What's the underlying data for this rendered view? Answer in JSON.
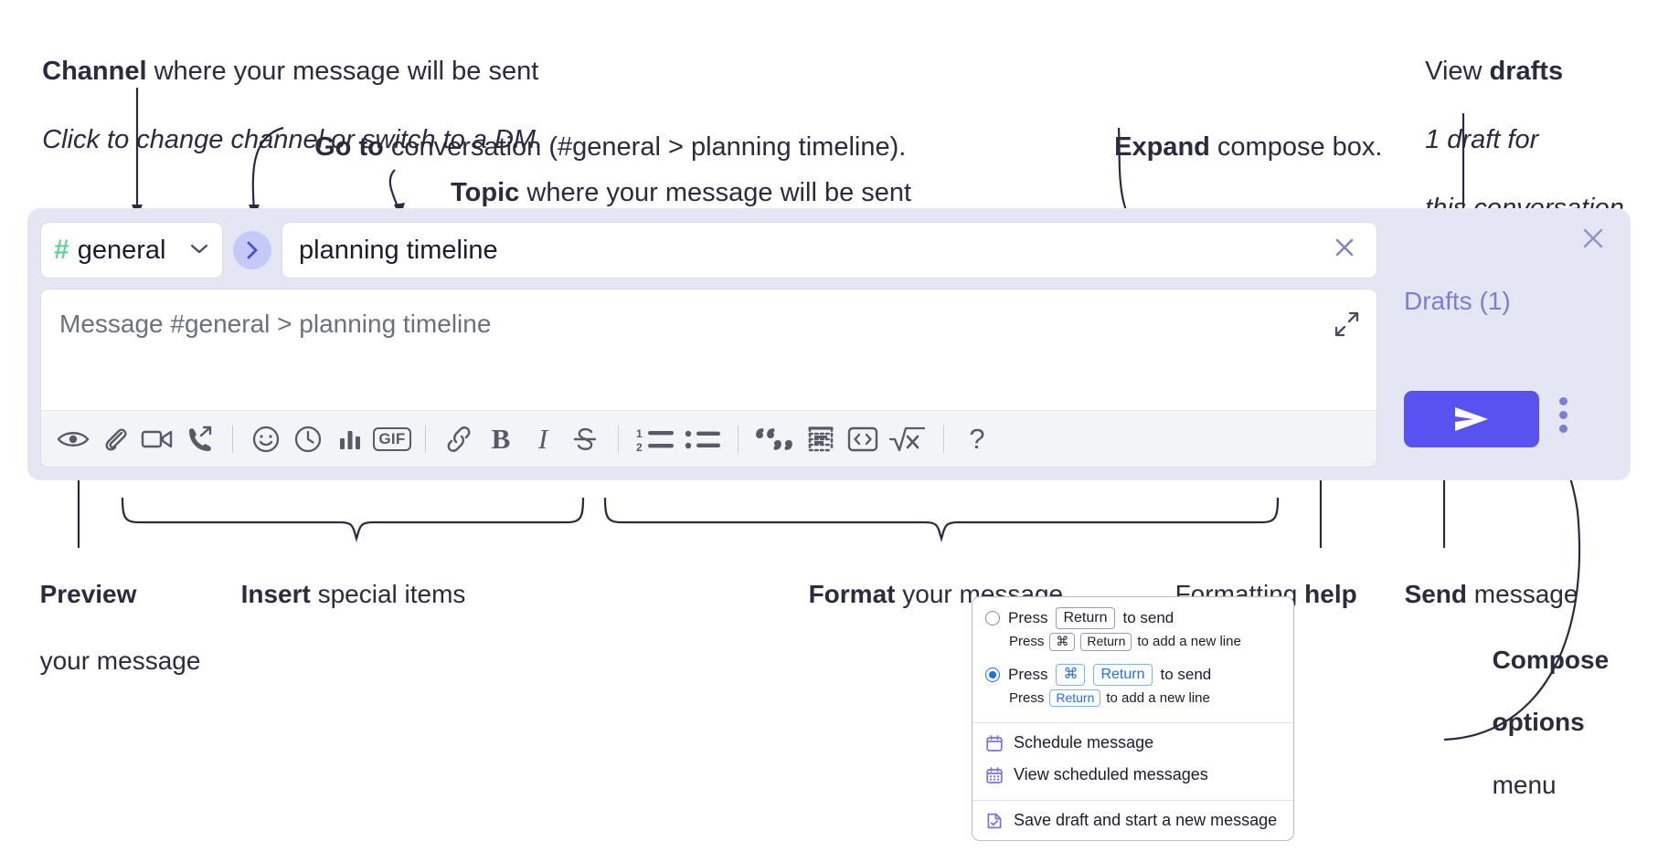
{
  "annotations": {
    "channel": {
      "bold": "Channel",
      "rest": " where your message will be sent",
      "italic": "Click to change channel or switch to a DM."
    },
    "goto": {
      "bold": "Go to",
      "rest": " conversation (#general > planning timeline)."
    },
    "topic": {
      "bold": "Topic",
      "rest": " where your message will be sent"
    },
    "expand": {
      "bold": "Expand",
      "rest": " compose box."
    },
    "drafts": {
      "plain": "View ",
      "bold": "drafts",
      "italic1": "1 draft for",
      "italic2": "this conversation"
    },
    "preview": {
      "bold": "Preview",
      "line2": "your message"
    },
    "insert": {
      "bold": "Insert",
      "rest": " special items"
    },
    "format": {
      "bold": "Format",
      "rest": " your message"
    },
    "formatting_help": {
      "plain": "Formatting ",
      "bold": "help"
    },
    "send": {
      "bold": "Send",
      "rest": " message"
    },
    "compose_options": {
      "bold1": "Compose",
      "bold2": "options",
      "rest": "menu"
    }
  },
  "compose": {
    "channel": {
      "hash": "#",
      "name": "general",
      "chevron": "⌄"
    },
    "goto_icon": "chevron-right-icon",
    "topic": {
      "value": "planning timeline",
      "clear": "✕"
    },
    "message": {
      "placeholder": "Message #general > planning timeline"
    },
    "drafts_label": "Drafts (1)",
    "close": "✕",
    "send_label": "send-icon",
    "toolbar": [
      {
        "name": "preview-icon",
        "label": "Preview"
      },
      {
        "name": "attachment-icon",
        "label": "Attach file"
      },
      {
        "name": "video-icon",
        "label": "Video clip"
      },
      {
        "name": "audio-call-icon",
        "label": "Audio clip"
      },
      {
        "name": "separator",
        "label": ""
      },
      {
        "name": "emoji-icon",
        "label": "Emoji"
      },
      {
        "name": "clock-icon",
        "label": "Reminder"
      },
      {
        "name": "poll-icon",
        "label": "Poll"
      },
      {
        "name": "gif-icon",
        "label": "GIF"
      },
      {
        "name": "separator",
        "label": ""
      },
      {
        "name": "link-icon",
        "label": "Link"
      },
      {
        "name": "bold-icon",
        "label": "B"
      },
      {
        "name": "italic-icon",
        "label": "I"
      },
      {
        "name": "strikethrough-icon",
        "label": "Strikethrough"
      },
      {
        "name": "separator",
        "label": ""
      },
      {
        "name": "ordered-list-icon",
        "label": "Ordered list"
      },
      {
        "name": "bulleted-list-icon",
        "label": "Bulleted list"
      },
      {
        "name": "separator",
        "label": ""
      },
      {
        "name": "blockquote-icon",
        "label": "Blockquote"
      },
      {
        "name": "code-block-icon",
        "label": "Code block"
      },
      {
        "name": "code-icon",
        "label": "Code"
      },
      {
        "name": "math-icon",
        "label": "Math"
      },
      {
        "name": "separator",
        "label": ""
      },
      {
        "name": "help-icon",
        "label": "?"
      }
    ]
  },
  "options_menu": {
    "option1": {
      "press": "Press",
      "key": "Return",
      "suffix": "to send",
      "sub_press": "Press",
      "sub_key1": "⌘",
      "sub_key2": "Return",
      "sub_suffix": "to add a new line",
      "selected": false
    },
    "option2": {
      "press": "Press",
      "key1": "⌘",
      "key2": "Return",
      "suffix": "to send",
      "sub_press": "Press",
      "sub_key": "Return",
      "sub_suffix": "to add a new line",
      "selected": true
    },
    "items": [
      {
        "icon": "calendar-icon",
        "label": "Schedule message"
      },
      {
        "icon": "calendar-grid-icon",
        "label": "View scheduled messages"
      },
      {
        "icon": "save-draft-icon",
        "label": "Save draft and start a new message"
      }
    ]
  },
  "colors": {
    "panel_bg": "#e4e6f3",
    "send_purple": "#5a52f0",
    "drafts_purple": "#7a7fd4",
    "hash_green": "#5fd39b",
    "key_blue": "#1e6ef0",
    "menu_icon_purple": "#7a72e0",
    "text": "#1d1c2e"
  }
}
